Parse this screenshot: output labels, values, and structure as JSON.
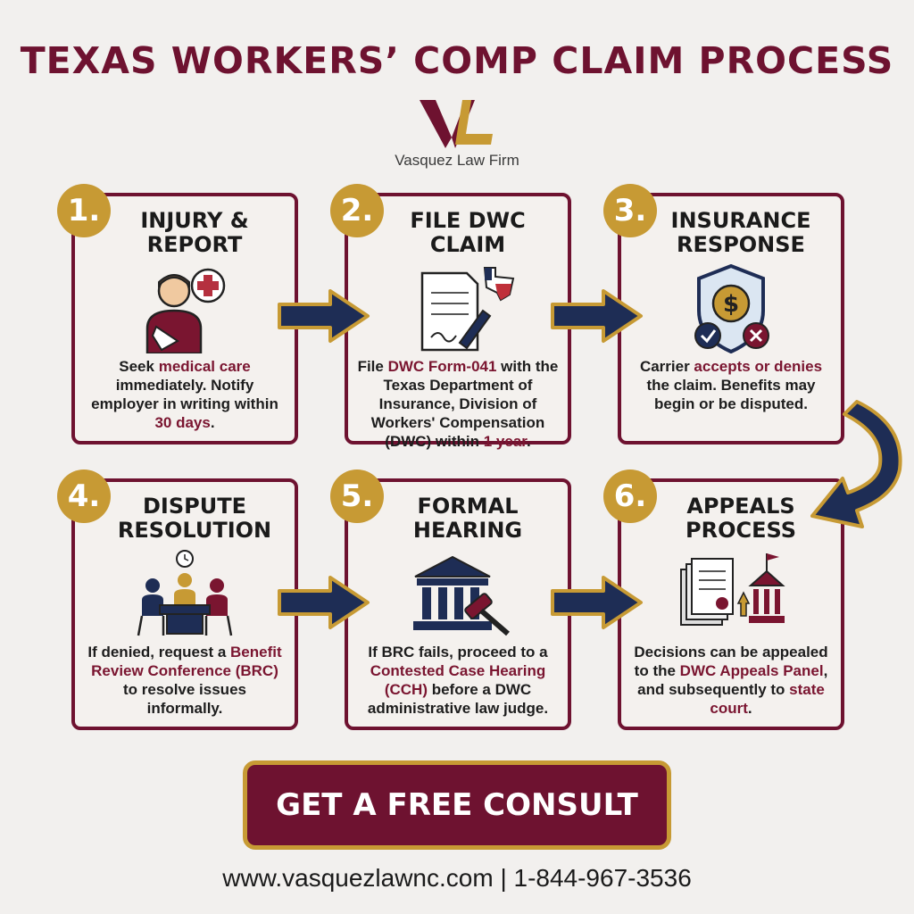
{
  "title": "TEXAS WORKERS’ COMP CLAIM PROCESS",
  "logo": {
    "letters": "VL",
    "firm_name": "Vasquez Law Firm"
  },
  "steps": [
    {
      "number": "1.",
      "title_line1": "INJURY &",
      "title_line2": "REPORT",
      "icon": "injured-worker-icon",
      "text": [
        {
          "t": "Seek "
        },
        {
          "t": "medical care",
          "hl": true
        },
        {
          "t": " immediately. Notify employer in writing within "
        },
        {
          "t": "30 days",
          "hl": true
        },
        {
          "t": "."
        }
      ]
    },
    {
      "number": "2.",
      "title_line1": "FILE DWC",
      "title_line2": "CLAIM",
      "icon": "claim-form-texas-icon",
      "text": [
        {
          "t": "File "
        },
        {
          "t": "DWC Form-041",
          "hl": true
        },
        {
          "t": " with the Texas Department of Insurance, Division of Workers' Compensation (DWC) within "
        },
        {
          "t": "1 year",
          "hl": true
        },
        {
          "t": "."
        }
      ]
    },
    {
      "number": "3.",
      "title_line1": "INSURANCE",
      "title_line2": "RESPONSE",
      "icon": "insurance-shield-icon",
      "text": [
        {
          "t": "Carrier "
        },
        {
          "t": "accepts or denies",
          "hl": true
        },
        {
          "t": " the claim. Benefits may begin or be disputed."
        }
      ]
    },
    {
      "number": "4.",
      "title_line1": "DISPUTE",
      "title_line2": "RESOLUTION",
      "icon": "conference-table-icon",
      "text": [
        {
          "t": "If denied, request a "
        },
        {
          "t": "Benefit Review Conference (BRC)",
          "hl": true
        },
        {
          "t": " to resolve issues informally."
        }
      ]
    },
    {
      "number": "5.",
      "title_line1": "FORMAL",
      "title_line2": "HEARING",
      "icon": "courthouse-gavel-icon",
      "text": [
        {
          "t": "If BRC fails, proceed to a "
        },
        {
          "t": "Contested Case Hearing (CCH)",
          "hl": true
        },
        {
          "t": " before a DWC administrative law judge."
        }
      ]
    },
    {
      "number": "6.",
      "title_line1": "APPEALS",
      "title_line2": "PROCESS",
      "icon": "appeal-documents-icon",
      "text": [
        {
          "t": "Decisions can be appealed to the "
        },
        {
          "t": "DWC Appeals Panel",
          "hl": true
        },
        {
          "t": ", and subsequently to "
        },
        {
          "t": "state court",
          "hl": true
        },
        {
          "t": "."
        }
      ]
    }
  ],
  "cta_label": "GET A FREE CONSULT",
  "footer": "www.vasquezlawnc.com | 1-844-967-3536",
  "colors": {
    "maroon": "#6e1230",
    "gold": "#c79a34",
    "navy": "#1e2d55",
    "background": "#f2f0ee"
  }
}
